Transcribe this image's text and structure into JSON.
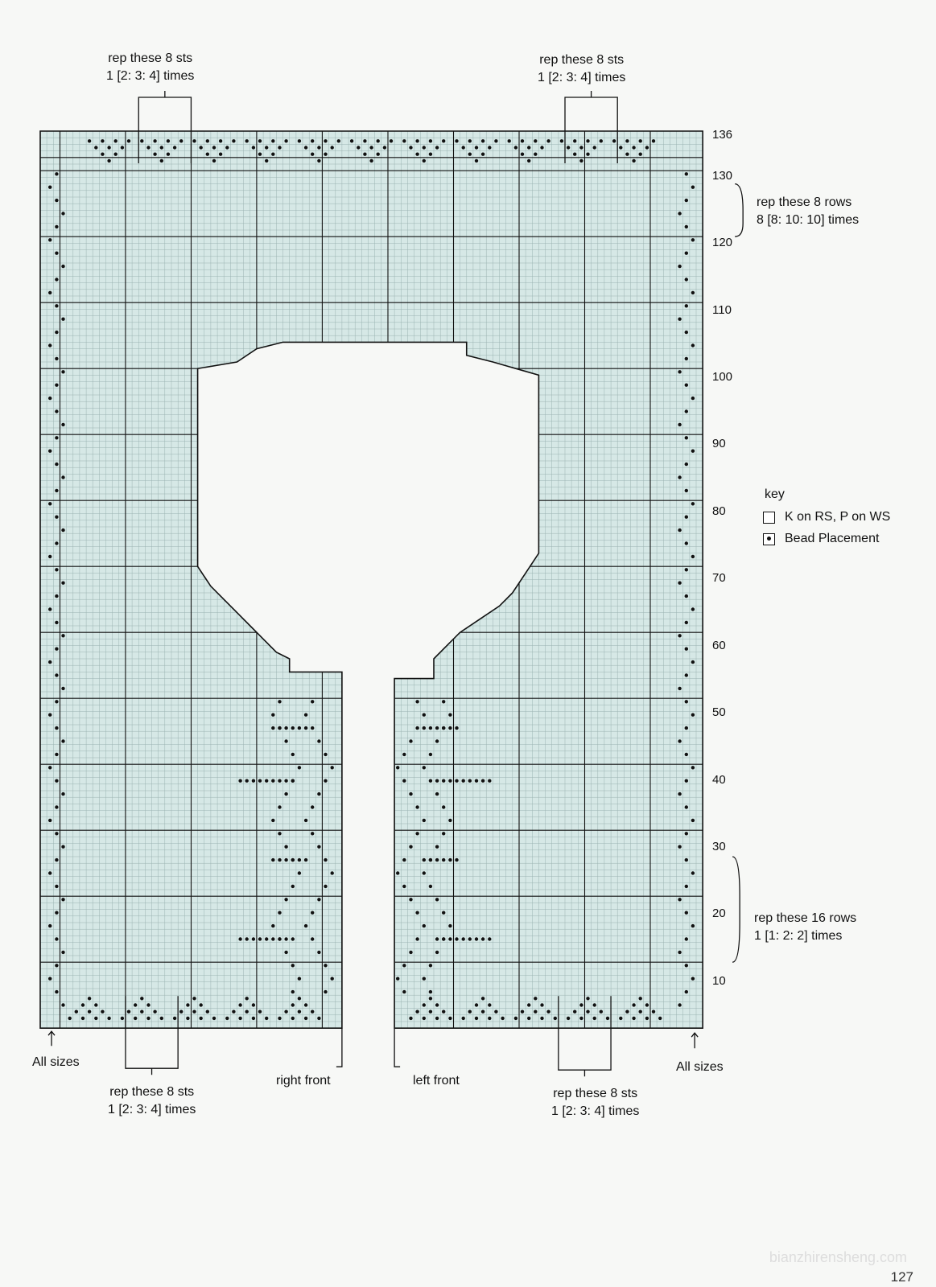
{
  "chart": {
    "row_numbers": [
      "10",
      "20",
      "30",
      "40",
      "50",
      "60",
      "70",
      "80",
      "90",
      "100",
      "110",
      "120",
      "130",
      "136"
    ],
    "top_rep_left": {
      "line1": "rep these 8 sts",
      "line2": "1 [2: 3: 4] times"
    },
    "top_rep_right": {
      "line1": "rep these 8 sts",
      "line2": "1 [2: 3: 4] times"
    },
    "bottom_rep_left": {
      "line1": "rep these 8 sts",
      "line2": "1 [2: 3: 4] times"
    },
    "bottom_rep_right": {
      "line1": "rep these 8 sts",
      "line2": "1 [2: 3: 4] times"
    },
    "rep_rows_top": {
      "line1": "rep these 8 rows",
      "line2": "8 [8: 10: 10] times"
    },
    "rep_rows_bottom": {
      "line1": "rep these 16 rows",
      "line2": "1 [1: 2: 2] times"
    },
    "all_sizes_left": "All sizes",
    "all_sizes_right": "All sizes",
    "right_front": "right front",
    "left_front": "left front"
  },
  "key": {
    "title": "key",
    "items": [
      {
        "symbol": "empty-square",
        "label": "K on RS, P on WS"
      },
      {
        "symbol": "bead-dot",
        "label": "Bead Placement"
      }
    ]
  },
  "page_number": "127",
  "watermark": "bianzhirensheng.com",
  "colors": {
    "grid_fill": "#d6e8e6",
    "grid_line": "#9bb3b1",
    "ink": "#111111",
    "paper": "#f7f8f6"
  }
}
